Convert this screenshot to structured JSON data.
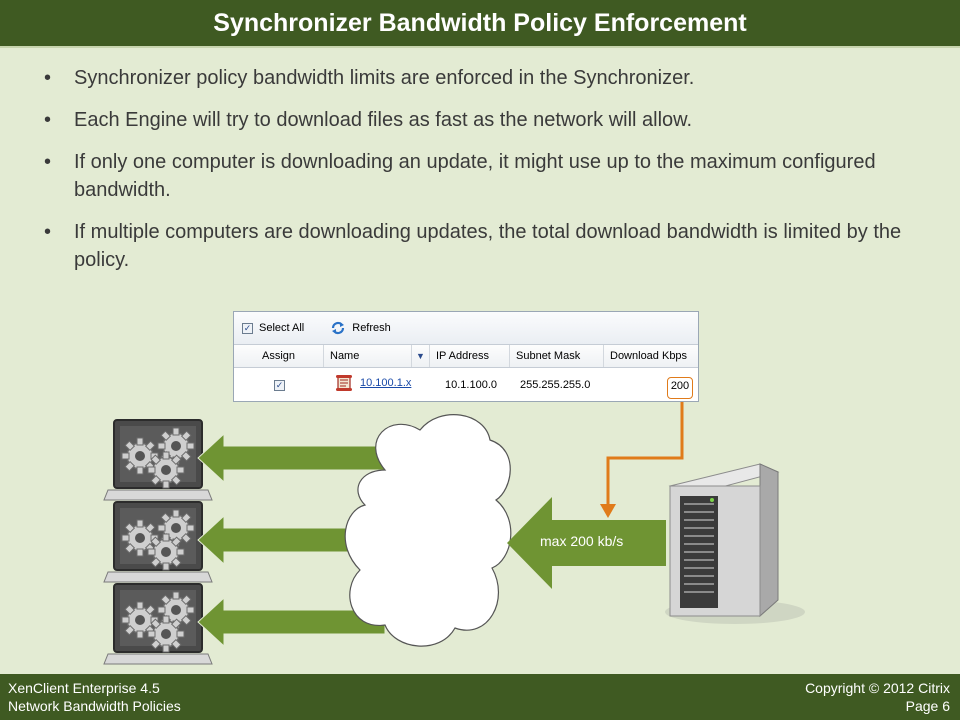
{
  "slide": {
    "title": "Synchronizer Bandwidth Policy Enforcement",
    "bullets": [
      "Synchronizer policy bandwidth limits are enforced in the Synchronizer.",
      "Each Engine will try to download files as fast as the network will allow.",
      "If only one computer is downloading an update, it might use up to the maximum configured bandwidth.",
      "If multiple computers are downloading updates, the total download bandwidth is limited by the policy."
    ]
  },
  "panel": {
    "toolbar": {
      "select_all": "Select All",
      "refresh": "Refresh"
    },
    "columns": [
      "Assign",
      "Name",
      "IP Address",
      "Subnet Mask",
      "Download Kbps"
    ],
    "row": {
      "assigned": true,
      "name": "10.100.1.x",
      "ip": "10.1.100.0",
      "subnet": "255.255.255.0",
      "kbps": "200"
    }
  },
  "diagram": {
    "arrow_label": "max 200 kb/s",
    "colors": {
      "arrow": "#6f9433",
      "connector": "#e07b1a",
      "header": "#3f5a22"
    },
    "icons": [
      "laptop-icon",
      "gear-icon",
      "cloud-icon",
      "server-icon",
      "policy-scroll-icon",
      "refresh-icon"
    ]
  },
  "footer": {
    "left_line1": "XenClient Enterprise 4.5",
    "left_line2": "Network Bandwidth Policies",
    "right_line1": "Copyright © 2012 Citrix",
    "right_line2": "Page 6"
  }
}
